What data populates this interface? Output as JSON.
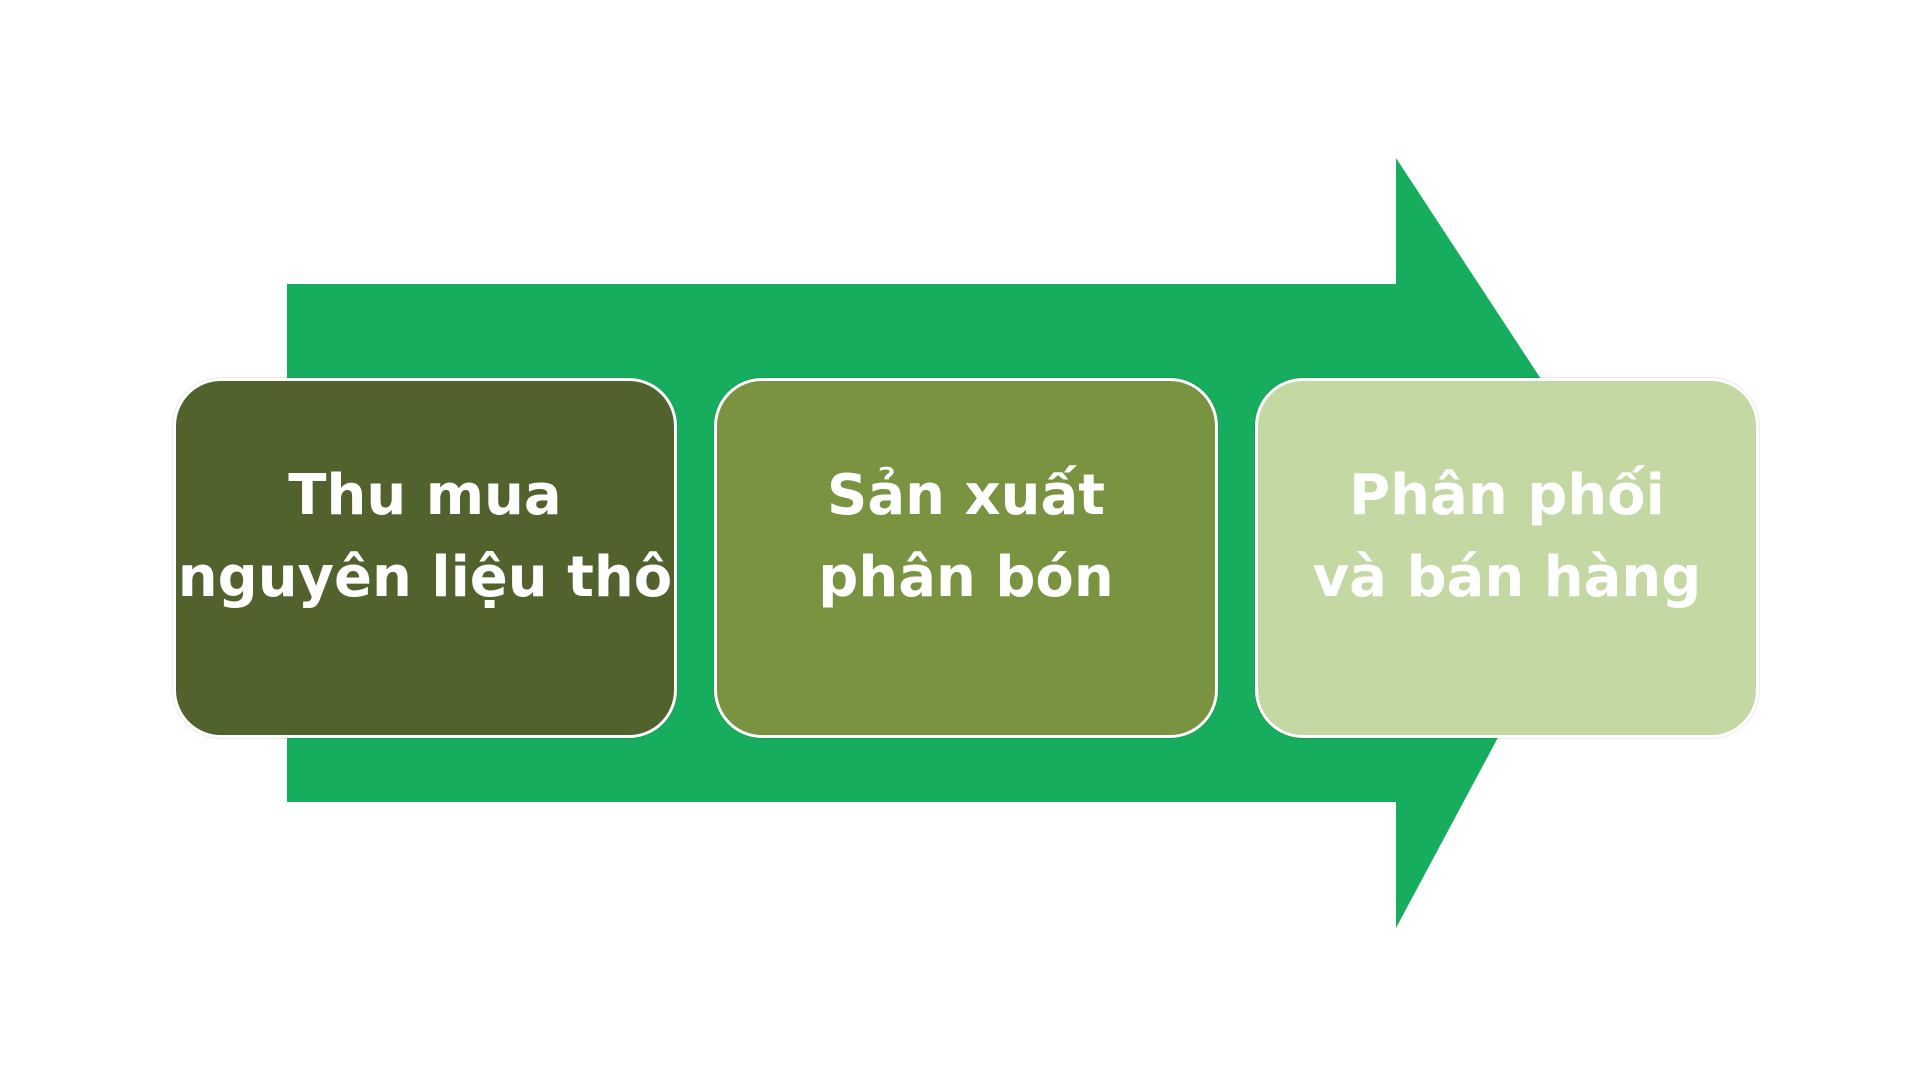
{
  "diagram": {
    "arrow_color": "#17ad5e",
    "steps": [
      {
        "line1": "Thu mua",
        "line2": "nguyên liệu thô",
        "color": "#52622d"
      },
      {
        "line1": "Sản xuất",
        "line2": "phân bón",
        "color": "#799341"
      },
      {
        "line1": "Phân phối",
        "line2": "và bán hàng",
        "color": "#c3d8a3"
      }
    ]
  }
}
